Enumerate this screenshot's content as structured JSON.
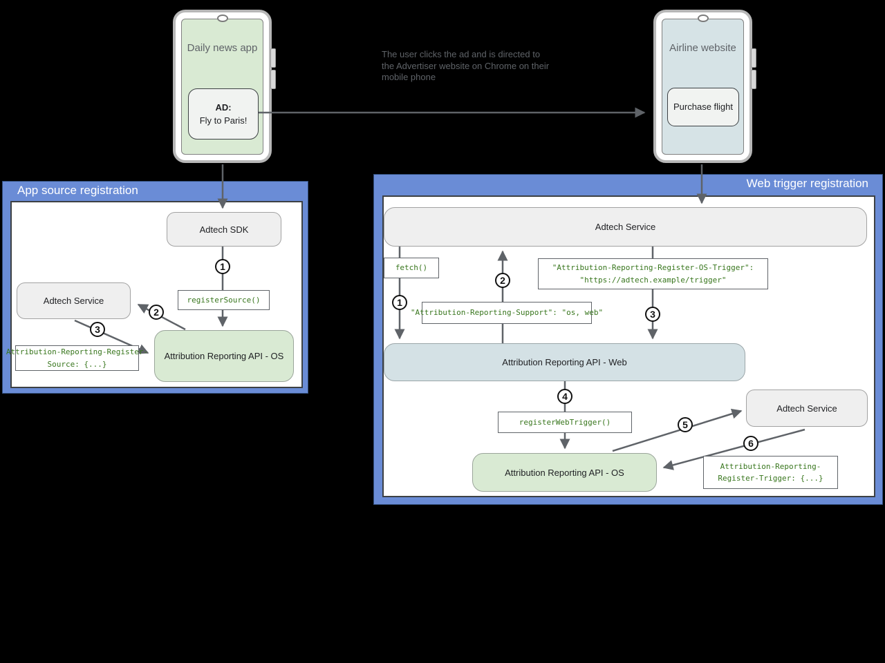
{
  "note": {
    "text": "The user clicks the ad and is directed to the Advertiser website on Chrome on their mobile phone"
  },
  "phones": {
    "news_app": {
      "title": "Daily news app",
      "ad_heading": "AD:",
      "ad_text": "Fly to Paris!"
    },
    "airline": {
      "title": "Airline website",
      "button_label": "Purchase flight"
    }
  },
  "left_panel": {
    "title": "App source registration",
    "boxes": {
      "adtech_sdk": "Adtech SDK",
      "adtech_service": "Adtech Service",
      "api_os": "Attribution Reporting API - OS",
      "register_source_call": "registerSource()",
      "register_source_header_line1": "Attribution-Reporting-Register-",
      "register_source_header_line2": "Source: {...}"
    },
    "steps": {
      "s1": "1",
      "s2": "2",
      "s3": "3"
    }
  },
  "right_panel": {
    "title": "Web trigger registration",
    "boxes": {
      "adtech_service_top": "Adtech Service",
      "fetch_call": "fetch()",
      "support_header": "\"Attribution-Reporting-Support\": \"os, web\"",
      "os_trigger_header_line1": "\"Attribution-Reporting-Register-OS-Trigger\":",
      "os_trigger_header_line2": "\"https://adtech.example/trigger\"",
      "api_web": "Attribution Reporting API - Web",
      "register_web_trigger_call": "registerWebTrigger()",
      "api_os": "Attribution Reporting API - OS",
      "adtech_service_right": "Adtech Service",
      "register_trigger_header_line1": "Attribution-Reporting-",
      "register_trigger_header_line2": "Register-Trigger: {...}"
    },
    "steps": {
      "s1": "1",
      "s2": "2",
      "s3": "3",
      "s4": "4",
      "s5": "5",
      "s6": "6"
    }
  },
  "colors": {
    "panel_blue": "#6a8cd6",
    "box_green": "#d9ead3",
    "box_light_blue": "#d4e1e5",
    "box_gray": "#efefef",
    "code_green": "#38761d",
    "arrow_gray": "#5f6368",
    "background": "#000000"
  }
}
